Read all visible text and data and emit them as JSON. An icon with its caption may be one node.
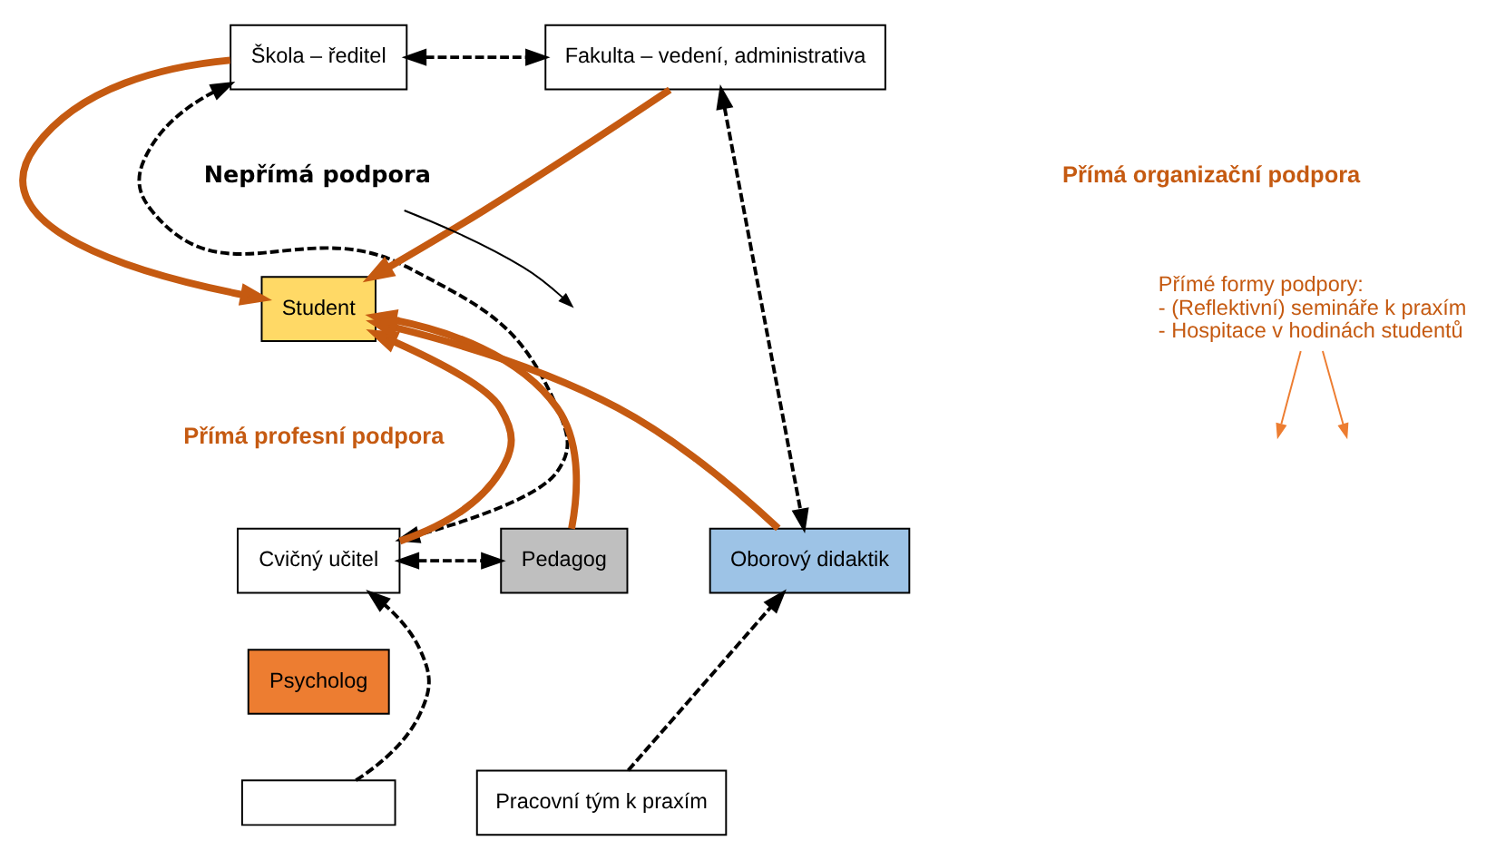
{
  "diagram": {
    "nodes": [
      {
        "text": [
          "Škola – ředitel"
        ]
      },
      {
        "text": [
          "Fakulta – vedení, administrativa"
        ]
      },
      {
        "text": [
          "Student"
        ]
      },
      {
        "text": [
          "Cvičný učitel"
        ]
      },
      {
        "text": [
          "Pedagog"
        ]
      },
      {
        "text": [
          "Oborový didaktik"
        ]
      },
      {
        "text": [
          "Psycholog"
        ]
      },
      {
        "text": [
          "Pracovní tým k praxím"
        ]
      },
      {
        "text": [],
        "shape": "box"
      },
      {
        "text": [
          "Nepřímá podpora"
        ]
      },
      {
        "text": [
          "Přímé formy podpory:",
          "- (Reflektivní) semináře k praxím",
          "- Hospitace v hodinách studentů"
        ]
      }
    ],
    "edges": [
      {
        "from": 0,
        "to": 1,
        "arrow": "both",
        "style": "dashed"
      },
      {
        "from": 0,
        "to": 2,
        "arrow": "to",
        "style": "thick",
        "color": "#c55a11"
      },
      {
        "from": 1,
        "to": 2,
        "arrow": "to",
        "style": "thick",
        "color": "#c55a11"
      },
      {
        "from": 3,
        "to": 2,
        "arrow": "to",
        "style": "thick",
        "color": "#c55a11"
      },
      {
        "from": 4,
        "to": 2,
        "arrow": "to",
        "style": "thick",
        "color": "#c55a11"
      },
      {
        "from": 5,
        "to": 2,
        "arrow": "to",
        "style": "thick",
        "color": "#c55a11"
      },
      {
        "from": 0,
        "to": 3,
        "arrow": "both",
        "style": "dashed"
      },
      {
        "from": 1,
        "to": 5,
        "arrow": "both",
        "style": "dashed"
      },
      {
        "from": 3,
        "to": 4,
        "arrow": "both",
        "style": "dashed"
      },
      {
        "from": 8,
        "to": 3,
        "arrow": "to",
        "style": "dashed"
      },
      {
        "from": 7,
        "to": 5,
        "arrow": "to",
        "style": "dashed"
      },
      {
        "from": 9,
        "to": null,
        "arrow": "to"
      },
      {
        "from": 10,
        "to": null,
        "arrow": "to",
        "color": "#ed7d31"
      },
      {
        "from": 10,
        "to": null,
        "arrow": "to",
        "color": "#ed7d31"
      }
    ],
    "labels": [
      "Přímá organizační podpora",
      "Přímá profesní podpora"
    ]
  }
}
